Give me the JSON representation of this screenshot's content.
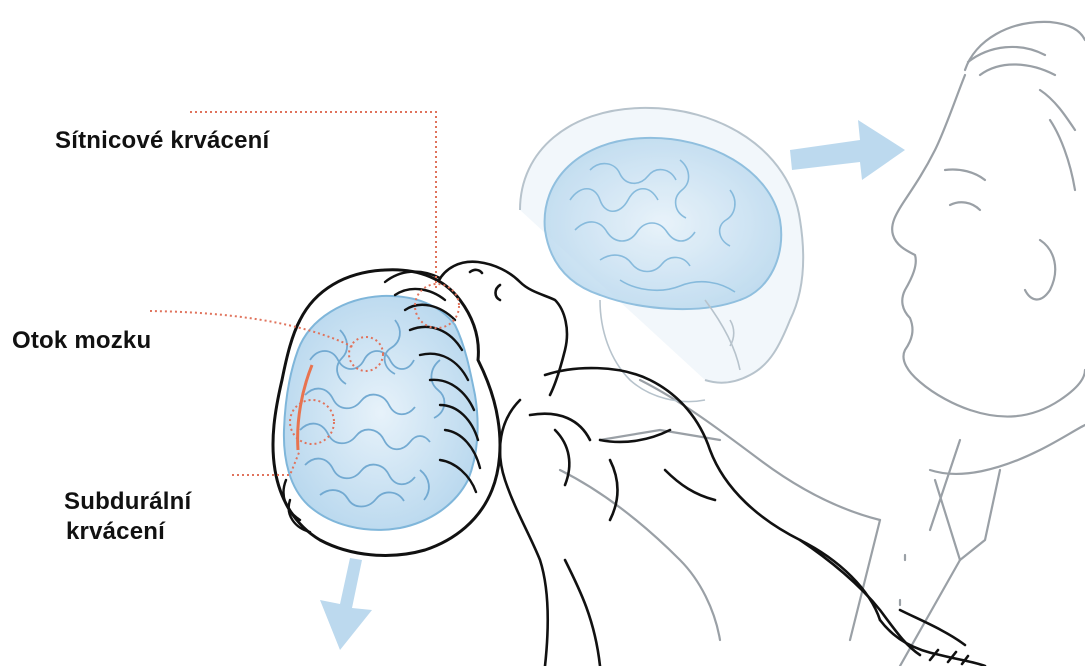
{
  "labels": {
    "retinal_hemorrhage": "Sítnicové krvácení",
    "brain_edema": "Otok mozku",
    "subdural_line1": "Subdurální",
    "subdural_line2": "krvácení"
  },
  "colors": {
    "background": "#ffffff",
    "label_text": "#111111",
    "leader_line": "#e0735c",
    "arrow": "#bcd9ee",
    "brain_fill": "#d5e9f6",
    "brain_line": "#7fb6da",
    "adult_line": "#9aa0a6",
    "infant_line": "#111111",
    "bleed": "#e8734f"
  }
}
